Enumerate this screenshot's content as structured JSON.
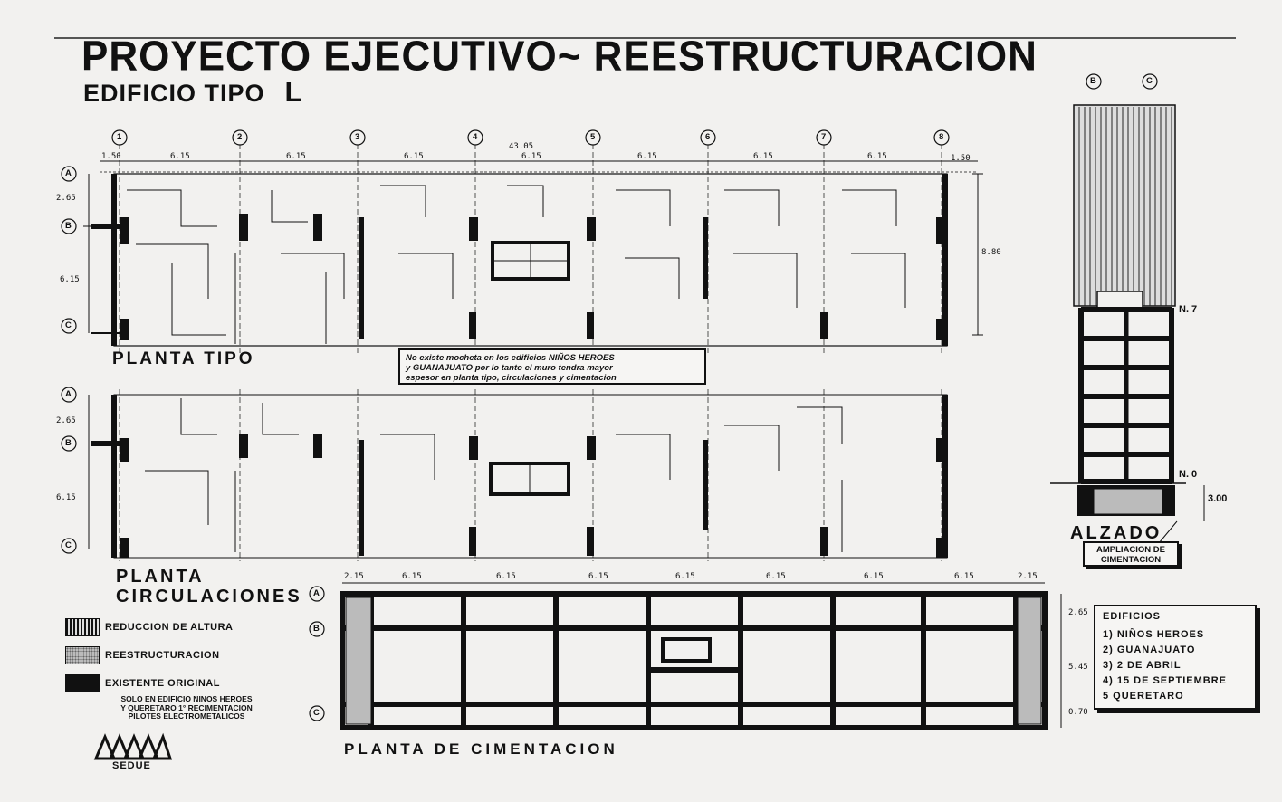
{
  "title": {
    "main": "PROYECTO EJECUTIVO~ REESTRUCTURACION",
    "sub": "EDIFICIO TIPO",
    "tipo": "L"
  },
  "plans": {
    "planta_tipo": "PLANTA TIPO",
    "planta_circulaciones_1": "PLANTA",
    "planta_circulaciones_2": "CIRCULACIONES",
    "planta_cimentacion": "PLANTA DE CIMENTACION",
    "alzado": "ALZADO"
  },
  "axes": {
    "columns": [
      "1",
      "2",
      "3",
      "4",
      "5",
      "6",
      "7",
      "8"
    ],
    "rows": [
      "A",
      "B",
      "C"
    ],
    "elev_columns": [
      "B",
      "C"
    ]
  },
  "dimensions": {
    "total": "43.05",
    "edge_left": "1.50",
    "edge_right": "1.50",
    "bay": "6.15",
    "row_ab": "2.65",
    "row_bc": "6.15",
    "right_total": "8.80",
    "cim_edge": "2.15",
    "cim_row_ab": "2.65",
    "cim_row_bc": "5.45",
    "cim_bottom": "0.70",
    "elev_depth": "3.00",
    "level_top": "N. 7",
    "level_ground": "N. 0"
  },
  "note": {
    "line1": "No existe mocheta en los edificios NIÑOS HEROES",
    "line2": "y GUANAJUATO por lo tanto el muro tendra mayor",
    "line3": "espesor en planta tipo, circulaciones y cimentacion"
  },
  "legend": {
    "reduccion": "REDUCCION DE ALTURA",
    "reestructuracion": "REESTRUCTURACION",
    "existente": "EXISTENTE ORIGINAL",
    "note_line1": "SOLO EN EDIFICIO NINOS HEROES",
    "note_line2": "Y QUERETARO 1° RECIMENTACION",
    "note_line3": "PILOTES ELECTROMETALICOS"
  },
  "ampliacion": {
    "line1": "AMPLIACION DE",
    "line2": "CIMENTACION"
  },
  "edificios": {
    "title": "EDIFICIOS",
    "items": [
      "1) NIÑOS HEROES",
      "2) GUANAJUATO",
      "3) 2 DE ABRIL",
      "4) 15 DE SEPTIEMBRE",
      "5 QUERETARO"
    ]
  },
  "logo": {
    "name": "SEDUE"
  }
}
